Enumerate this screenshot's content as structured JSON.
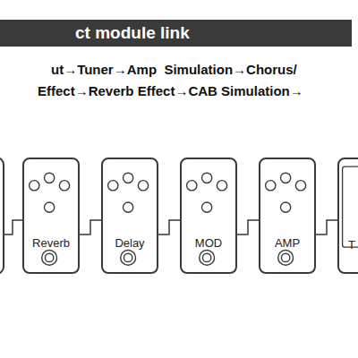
{
  "diagram": {
    "title": "ct module link",
    "nodes": [
      {
        "text": [
          "Reverb"
        ]
      },
      {
        "text": [
          "Delay"
        ]
      },
      {
        "text": [
          "MOD"
        ]
      },
      {
        "text": [
          "AMP"
        ]
      },
      {
        "text": [
          "T"
        ]
      }
    ],
    "edges": [
      {
        "from": 0,
        "to": 1,
        "arrow": "none"
      },
      {
        "from": 1,
        "to": 2,
        "arrow": "none"
      },
      {
        "from": 2,
        "to": 3,
        "arrow": "none"
      },
      {
        "from": 3,
        "to": 4,
        "arrow": "none"
      }
    ],
    "labels": [
      "ut→Tuner→Amp  Simulation→Chorus/",
      "Effect→Reverb Effect→CAB Simulation→"
    ]
  }
}
